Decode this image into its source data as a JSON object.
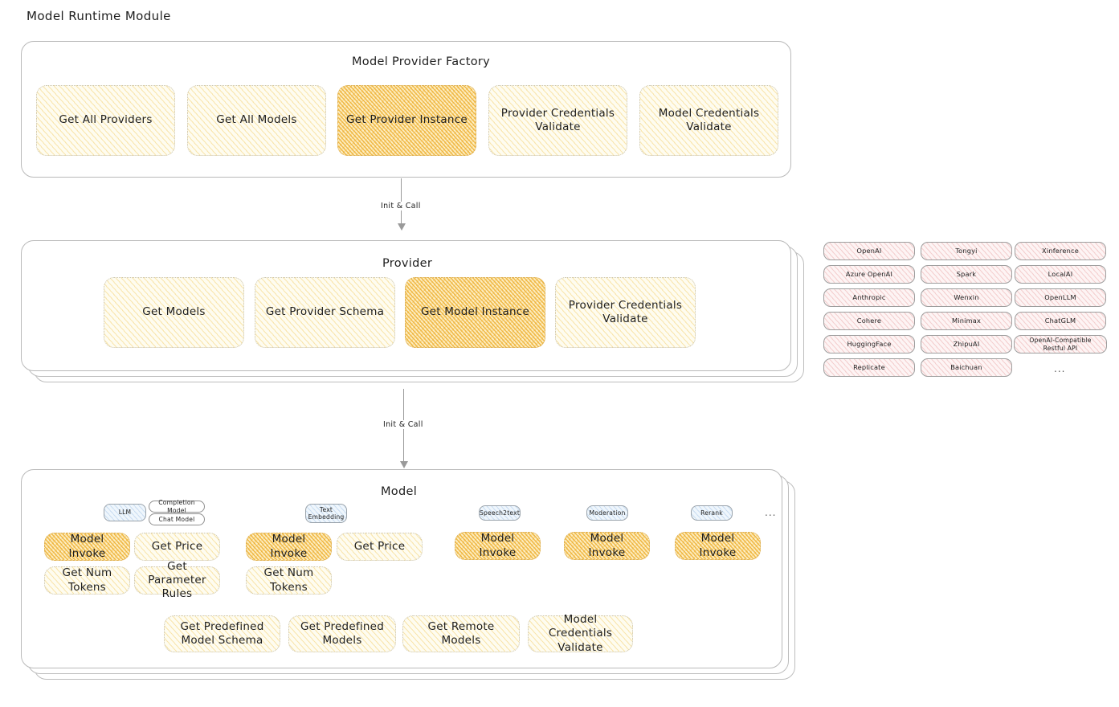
{
  "page": {
    "title": "Model Runtime Module"
  },
  "colors": {
    "amber_fill": "#fdeec3",
    "cream_fill": "#fefcf0",
    "rose_fill": "#fdf4f4",
    "blue_fill": "#eff6fc",
    "stroke": "#b9b9b9",
    "text": "#1e1e1e"
  },
  "factory": {
    "title": "Model Provider Factory",
    "cards": [
      {
        "label": "Get All Providers",
        "highlighted": false
      },
      {
        "label": "Get All Models",
        "highlighted": false
      },
      {
        "label": "Get Provider Instance",
        "highlighted": true
      },
      {
        "label": "Provider Credentials Validate",
        "highlighted": false
      },
      {
        "label": "Model Credentials Validate",
        "highlighted": false
      }
    ]
  },
  "arrows": [
    {
      "label": "Init & Call",
      "from": "Model Provider Factory",
      "to": "Provider"
    },
    {
      "label": "Init & Call",
      "from": "Provider",
      "to": "Model"
    }
  ],
  "provider": {
    "title": "Provider",
    "cards": [
      {
        "label": "Get Models",
        "highlighted": false
      },
      {
        "label": "Get Provider Schema",
        "highlighted": false
      },
      {
        "label": "Get Model Instance",
        "highlighted": true
      },
      {
        "label": "Provider Credentials Validate",
        "highlighted": false
      }
    ]
  },
  "provider_list": {
    "ellipsis": "...",
    "columns": [
      {
        "items": [
          "OpenAI",
          "Azure OpenAI",
          "Anthropic",
          "Cohere",
          "HuggingFace",
          "Replicate"
        ]
      },
      {
        "items": [
          "Tongyi",
          "Spark",
          "Wenxin",
          "Minimax",
          "ZhipuAI",
          "Baichuan"
        ]
      },
      {
        "items": [
          "Xinference",
          "LocalAI",
          "OpenLLM",
          "ChatGLM",
          "OpenAI-Compatible Restful API"
        ]
      }
    ]
  },
  "model": {
    "title": "Model",
    "ellipsis": "...",
    "groups": [
      {
        "tag": "LLM",
        "subtags": [
          "Completion Model",
          "Chat Model"
        ],
        "cards": [
          {
            "label": "Model Invoke",
            "highlighted": true
          },
          {
            "label": "Get Price",
            "highlighted": false
          },
          {
            "label": "Get Num Tokens",
            "highlighted": false
          },
          {
            "label": "Get Parameter Rules",
            "highlighted": false
          }
        ]
      },
      {
        "tag": "Text Embedding",
        "subtags": [],
        "cards": [
          {
            "label": "Model Invoke",
            "highlighted": true
          },
          {
            "label": "Get Price",
            "highlighted": false
          },
          {
            "label": "Get Num Tokens",
            "highlighted": false
          }
        ]
      },
      {
        "tag": "Speech2text",
        "subtags": [],
        "cards": [
          {
            "label": "Model Invoke",
            "highlighted": true
          }
        ]
      },
      {
        "tag": "Moderation",
        "subtags": [],
        "cards": [
          {
            "label": "Model Invoke",
            "highlighted": true
          }
        ]
      },
      {
        "tag": "Rerank",
        "subtags": [],
        "cards": [
          {
            "label": "Model Invoke",
            "highlighted": true
          }
        ]
      }
    ],
    "shared_cards": [
      {
        "label": "Get Predefined Model Schema"
      },
      {
        "label": "Get Predefined Models"
      },
      {
        "label": "Get Remote Models"
      },
      {
        "label": "Model Credentials Validate"
      }
    ]
  }
}
